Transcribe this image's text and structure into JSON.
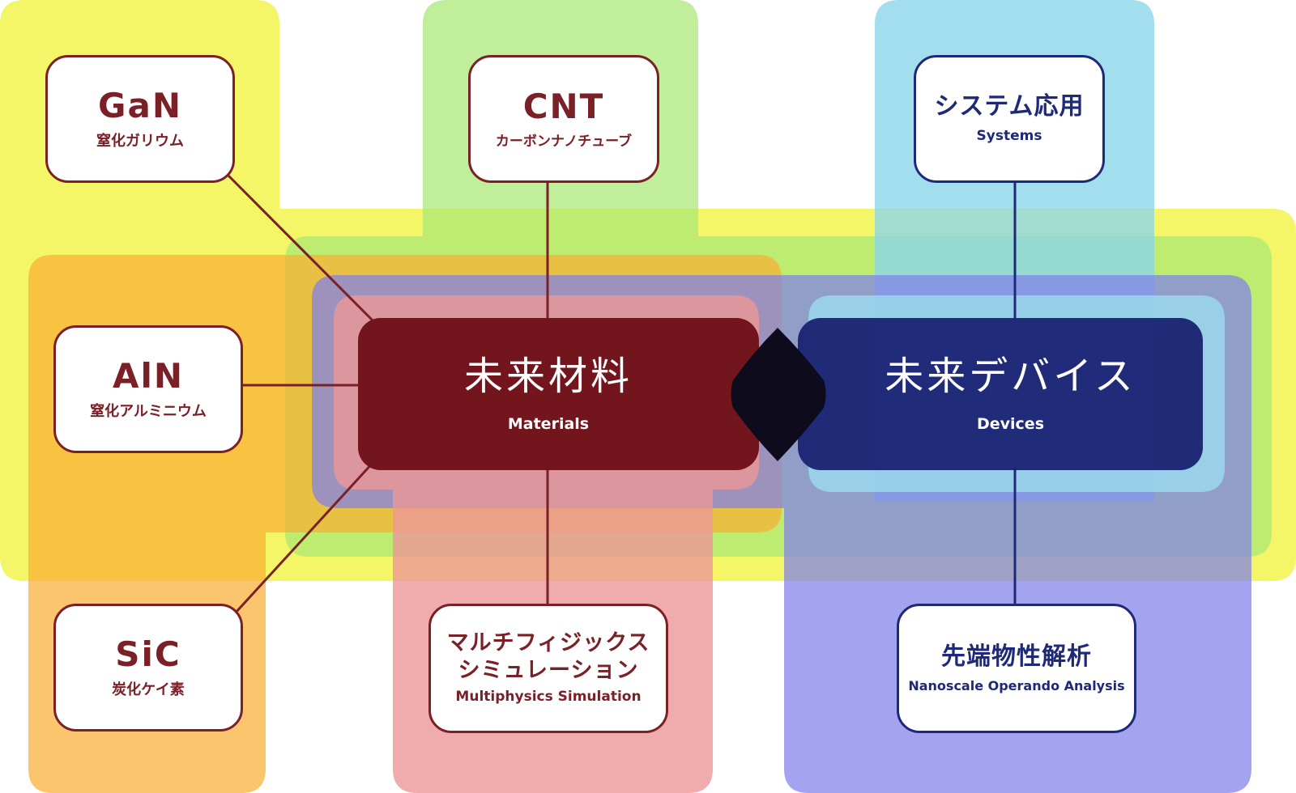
{
  "colors": {
    "materials_core": "#72151d",
    "devices_core": "#1b2474",
    "materials_text": "#7a2027",
    "devices_text": "#1e2a78",
    "gan_region": "#f3f65f",
    "cnt_region": "#b9ee84",
    "systems_region": "#9fdfeb",
    "aln_region": "#f8b93a",
    "multiphysics_region": "#eb9c9c",
    "analysis_region": "#9c9aef"
  },
  "core": {
    "materials": {
      "title": "未来材料",
      "subtitle": "Materials"
    },
    "devices": {
      "title": "未来デバイス",
      "subtitle": "Devices"
    }
  },
  "nodes": {
    "gan": {
      "title": "GaN",
      "subtitle": "窒化ガリウム"
    },
    "cnt": {
      "title": "CNT",
      "subtitle": "カーボンナノチューブ"
    },
    "systems": {
      "title": "システム応用",
      "subtitle": "Systems"
    },
    "aln": {
      "title": "AlN",
      "subtitle": "窒化アルミニウム"
    },
    "sic": {
      "title": "SiC",
      "subtitle": "炭化ケイ素"
    },
    "multiphysics": {
      "title_line1": "マルチフィジックス",
      "title_line2": "シミュレーション",
      "subtitle": "Multiphysics Simulation"
    },
    "analysis": {
      "title": "先端物性解析",
      "subtitle": "Nanoscale Operando Analysis"
    }
  }
}
